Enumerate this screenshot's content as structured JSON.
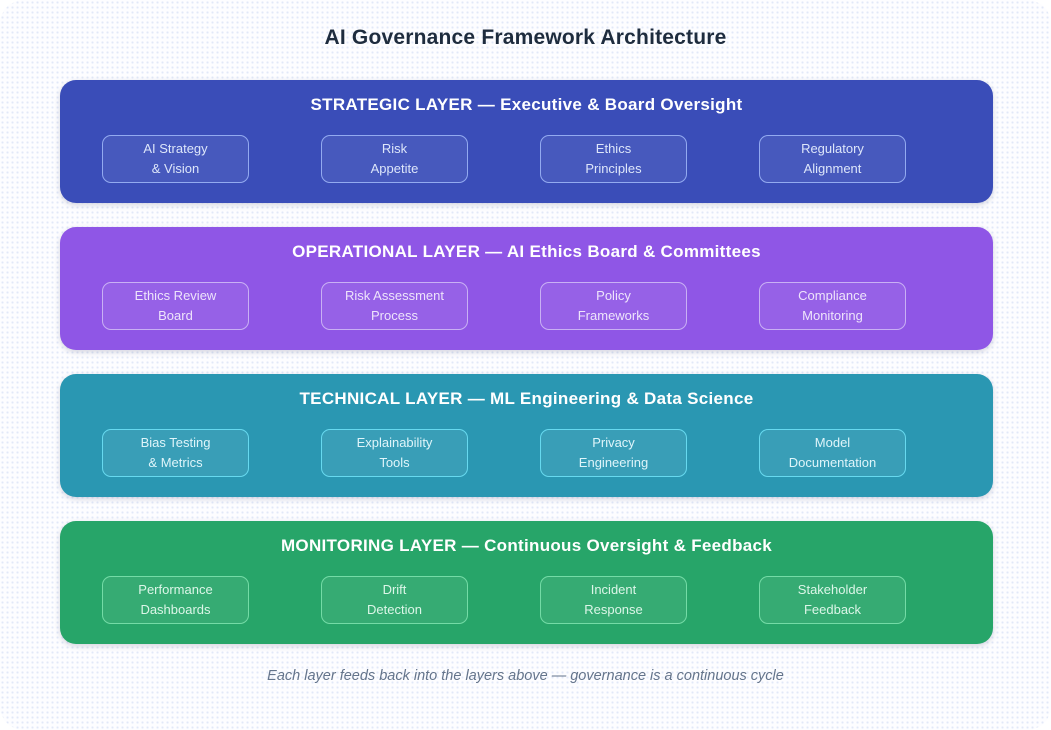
{
  "page": {
    "title": "AI Governance Framework Architecture",
    "footer": "Each layer feeds back into the layers above — governance is a continuous cycle"
  },
  "layers": [
    {
      "id": "strategic",
      "title": "STRATEGIC LAYER — Executive & Board Oversight",
      "colors": {
        "bg": "#3a4db8",
        "border": "#93aaf0",
        "text": "#dde6fa"
      },
      "items": [
        {
          "line1": "AI Strategy",
          "line2": "& Vision"
        },
        {
          "line1": "Risk",
          "line2": "Appetite"
        },
        {
          "line1": "Ethics",
          "line2": "Principles"
        },
        {
          "line1": "Regulatory",
          "line2": "Alignment"
        }
      ]
    },
    {
      "id": "operational",
      "title": "OPERATIONAL LAYER — AI Ethics Board & Committees",
      "colors": {
        "bg": "#8f56e6",
        "border": "#c9b0f4",
        "text": "#eee4fb"
      },
      "items": [
        {
          "line1": "Ethics Review",
          "line2": "Board"
        },
        {
          "line1": "Risk Assessment",
          "line2": "Process"
        },
        {
          "line1": "Policy",
          "line2": "Frameworks"
        },
        {
          "line1": "Compliance",
          "line2": "Monitoring"
        }
      ]
    },
    {
      "id": "technical",
      "title": "TECHNICAL LAYER — ML Engineering & Data Science",
      "colors": {
        "bg": "#2a97b2",
        "border": "#67d9ef",
        "text": "#dff5fa"
      },
      "items": [
        {
          "line1": "Bias Testing",
          "line2": "& Metrics"
        },
        {
          "line1": "Explainability",
          "line2": "Tools"
        },
        {
          "line1": "Privacy",
          "line2": "Engineering"
        },
        {
          "line1": "Model",
          "line2": "Documentation"
        }
      ]
    },
    {
      "id": "monitoring",
      "title": "MONITORING LAYER — Continuous Oversight & Feedback",
      "colors": {
        "bg": "#27a569",
        "border": "#74dba6",
        "text": "#dcf6e8"
      },
      "items": [
        {
          "line1": "Performance",
          "line2": "Dashboards"
        },
        {
          "line1": "Drift",
          "line2": "Detection"
        },
        {
          "line1": "Incident",
          "line2": "Response"
        },
        {
          "line1": "Stakeholder",
          "line2": "Feedback"
        }
      ]
    }
  ]
}
